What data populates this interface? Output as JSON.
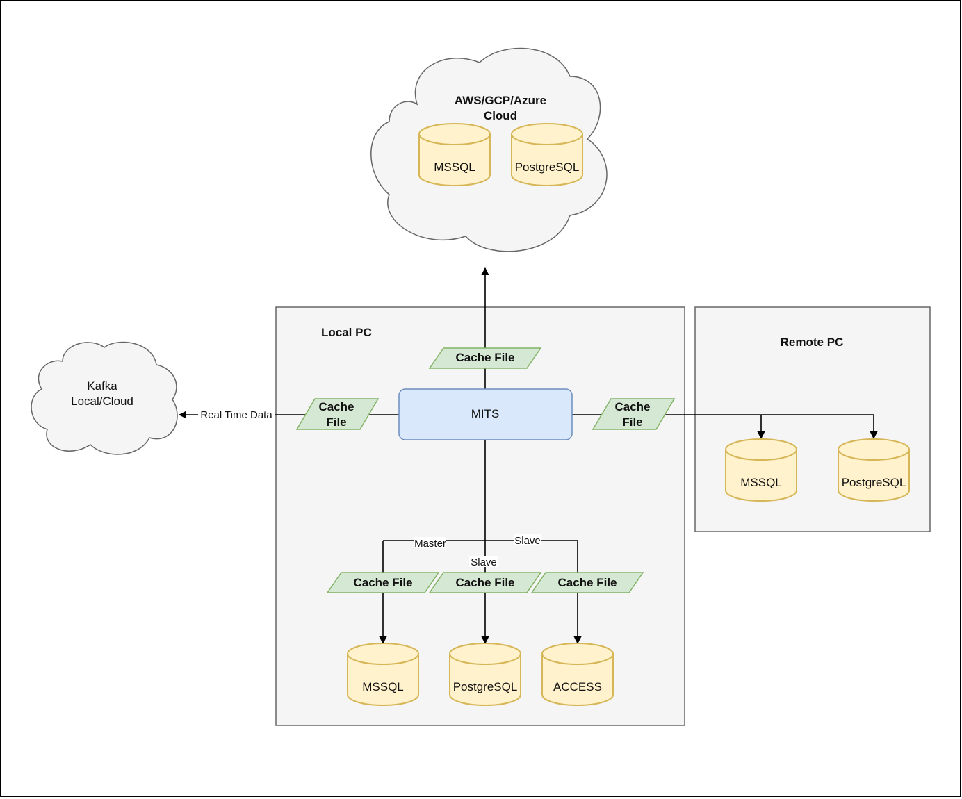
{
  "diagram": {
    "clouds": {
      "main": {
        "label_line1": "AWS/GCP/Azure",
        "label_line2": "Cloud"
      },
      "kafka": {
        "label_line1": "Kafka",
        "label_line2": "Local/Cloud"
      }
    },
    "regions": {
      "local": {
        "title": "Local PC"
      },
      "remote": {
        "title": "Remote PC"
      }
    },
    "nodes": {
      "mits": {
        "label": "MITS"
      }
    },
    "databases": {
      "cloud_mssql": "MSSQL",
      "cloud_postgres": "PostgreSQL",
      "local_mssql": "MSSQL",
      "local_postgres": "PostgreSQL",
      "local_access": "ACCESS",
      "remote_mssql": "MSSQL",
      "remote_postgres": "PostgreSQL"
    },
    "cache_files": {
      "top": "Cache File",
      "left_line1": "Cache",
      "left_line2": "File",
      "right_line1": "Cache",
      "right_line2": "File",
      "bottom_left": "Cache File",
      "bottom_mid": "Cache File",
      "bottom_right": "Cache File"
    },
    "edge_labels": {
      "realtime": "Real Time Data",
      "master": "Master",
      "slave_right": "Slave",
      "slave_mid": "Slave"
    },
    "colors": {
      "database_fill": "#fff2cc",
      "database_stroke": "#d6b656",
      "cache_fill": "#d5e8d4",
      "cache_stroke": "#82b366",
      "mits_fill": "#dae8fc",
      "mits_stroke": "#6c8ebf",
      "container_fill": "#f5f5f5",
      "container_stroke": "#666666"
    }
  }
}
